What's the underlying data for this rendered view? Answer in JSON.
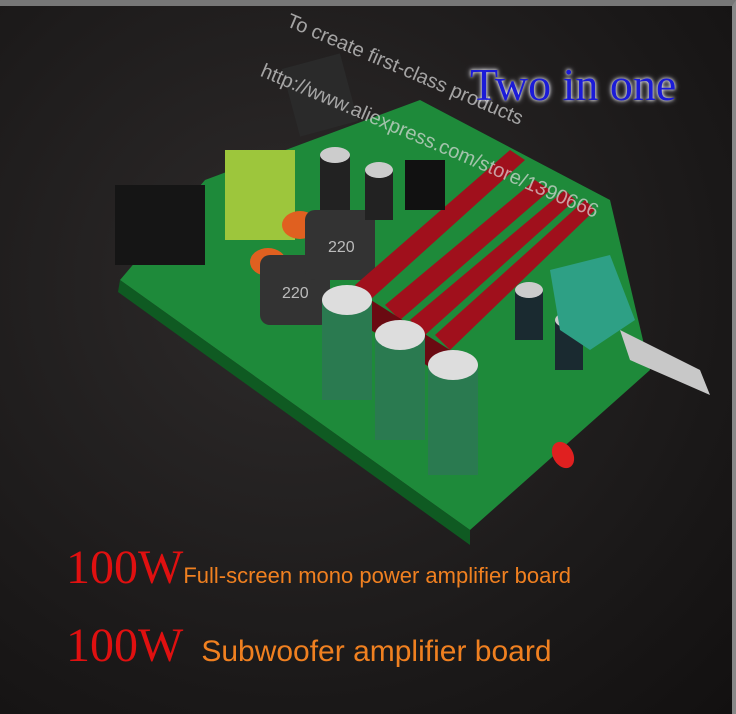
{
  "headline": "Two in one",
  "watermark": {
    "line1": "To create first-class products",
    "line2": "http://www.aliexpress.com/store/1390666"
  },
  "captions": [
    {
      "power": "100W",
      "text": "Full-screen mono power amplifier board"
    },
    {
      "power": "100W",
      "text": "Subwoofer amplifier board"
    }
  ],
  "component_markings": [
    "220",
    "220"
  ],
  "colors": {
    "headline": "#1b1bd8",
    "power": "#e01010",
    "caption": "#f08020",
    "pcb": "#1e8a3a",
    "heatsink": "#a0101c"
  }
}
